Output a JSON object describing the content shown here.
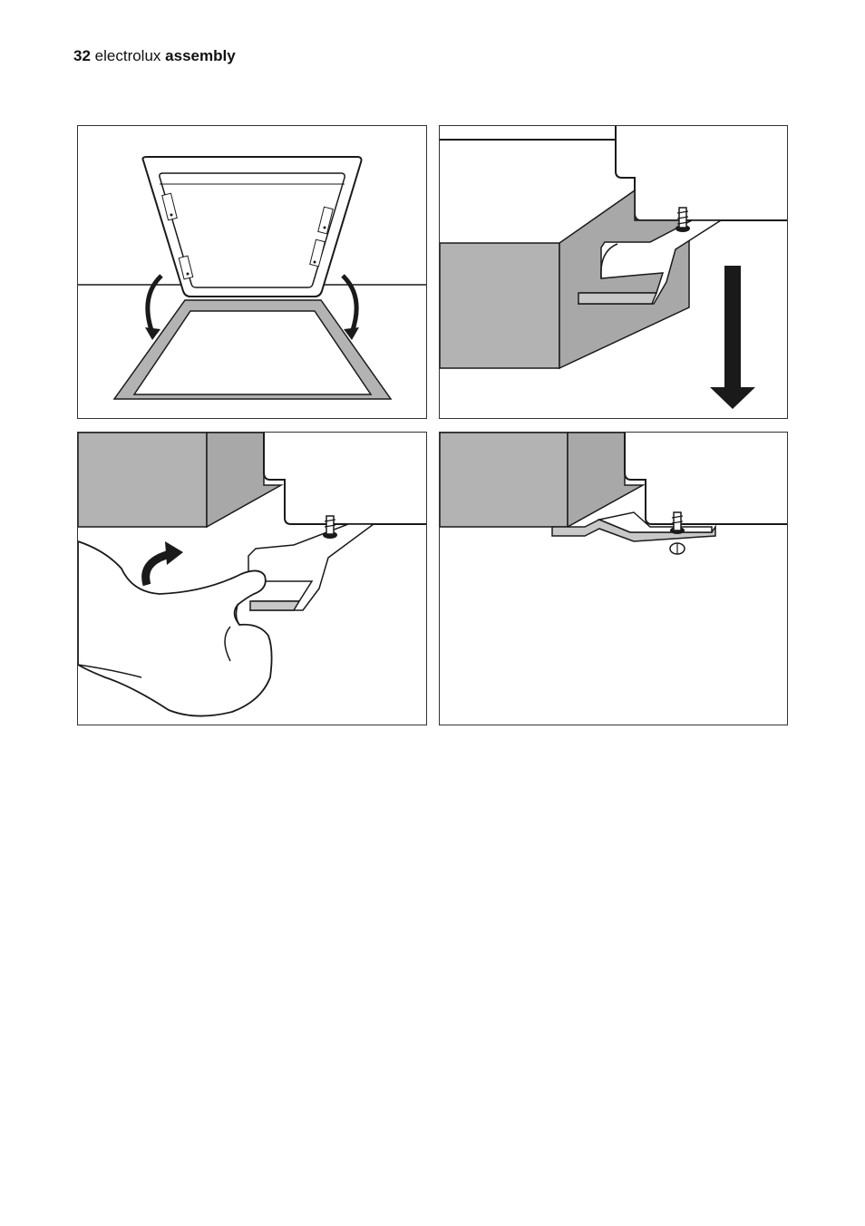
{
  "header": {
    "page_number": "32",
    "brand": "electrolux",
    "section": "assembly"
  },
  "figures": [
    {
      "id": "step-1",
      "description_icon": "rotate-frame-icon"
    },
    {
      "id": "step-2",
      "description_icon": "down-arrow-icon"
    },
    {
      "id": "step-3",
      "description_icon": "hand-bend-icon"
    },
    {
      "id": "step-4",
      "description_icon": "screw-fixed-icon"
    }
  ],
  "colors": {
    "gray_fill": "#b3b3b3",
    "light_gray": "#c8c8c8",
    "line": "#1a1a1a"
  }
}
